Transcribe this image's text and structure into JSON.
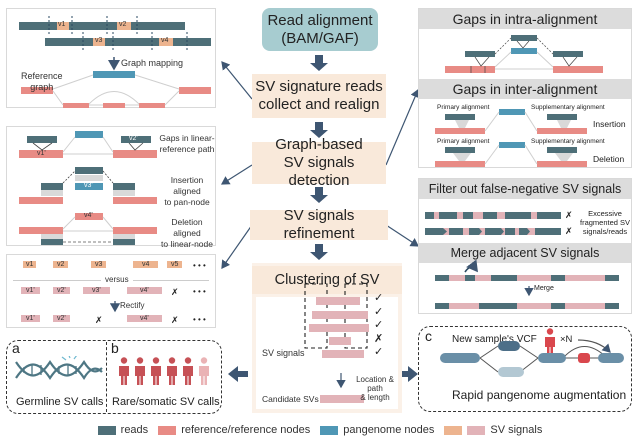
{
  "flow": {
    "step1": "Read alignment\n(BAM/GAF)",
    "step1_line1": "Read alignment",
    "step1_line2": "(BAM/GAF)",
    "step2_line1": "SV signature reads",
    "step2_line2": "collect and realign",
    "step3_line1": "Graph-based",
    "step3_line2": "SV signals detection",
    "step4": "SV signals refinement",
    "step5": "Clustering of SV signals"
  },
  "panel_mapping": {
    "read_variants_row1": [
      "v1",
      "v2"
    ],
    "read_variants_row2": [
      "v3",
      "v4"
    ],
    "arrow_label": "Graph mapping",
    "graph_label_line1": "Reference",
    "graph_label_line2": "graph"
  },
  "panel_linear": {
    "row1_labels": [
      "v1'",
      "v2'"
    ],
    "row1_text_line1": "Gaps in linear-",
    "row1_text_line2": "reference path",
    "row2_label": "v3'",
    "row2_text_line1": "Insertion aligned",
    "row2_text_line2": "to pan-node",
    "row3_label": "v4'",
    "row3_text_line1": "Deletion aligned",
    "row3_text_line2": "to linear-node"
  },
  "panel_rectify": {
    "row1": [
      "v1",
      "v2",
      "v3",
      "v4",
      "v5",
      "• • •"
    ],
    "divider_label": "versus",
    "row2": [
      "v1'",
      "v2'",
      "v3'",
      "v4'",
      "✗",
      "• • •"
    ],
    "arrow_label": "Rectify",
    "row3": [
      "v1'",
      "v2'",
      "✗",
      "v4'",
      "✗",
      "• • •"
    ]
  },
  "panel_intra": {
    "title": "Gaps in intra-alignment"
  },
  "panel_inter": {
    "title": "Gaps in inter-alignment",
    "primary_label": "Primary alignment",
    "supplementary_label": "Supplementary alignment",
    "insertion_label": "Insertion",
    "deletion_label": "Deletion"
  },
  "panel_filter": {
    "title": "Filter out false-negative SV signals",
    "cross": "✗",
    "note_line1": "Excessive",
    "note_line2": "fragmented SV",
    "note_line3": "signals/reads"
  },
  "panel_merge": {
    "title": "Merge adjacent SV signals",
    "arrow_label": "Merge"
  },
  "clustering": {
    "signals_label": "SV signals",
    "marks": [
      "✓",
      "✓",
      "✓",
      "✗",
      "✓"
    ],
    "arrow_label_line1": "Location & path",
    "arrow_label_line2": "& length",
    "candidate_label": "Candidate SVs"
  },
  "outputs": {
    "a_letter": "a",
    "a_label": "Germline SV calls",
    "b_letter": "b",
    "b_label": "Rare/somatic SV calls",
    "c_letter": "c",
    "c_vcf_label": "New sample's VCF",
    "c_multiplier": "×N",
    "c_label": "Rapid pangenome augmentation"
  },
  "legend": [
    {
      "label": "reads",
      "color": "#4e6f78"
    },
    {
      "label": "reference/reference nodes",
      "color": "#e88b85"
    },
    {
      "label": "pangenome nodes",
      "color": "#4f97b5"
    },
    {
      "label": "SV signals",
      "color": "#edb48f",
      "color2": "#e2b3b8"
    }
  ],
  "colors": {
    "reads": "#4e6f78",
    "reference": "#e88b85",
    "pangenome": "#4f97b5",
    "sv_signal_a": "#edb48f",
    "sv_signal_b": "#e2b3b8",
    "flow_box": "#f9e9da",
    "flow_top": "#a7ccd0",
    "arrow": "#3e5672"
  }
}
